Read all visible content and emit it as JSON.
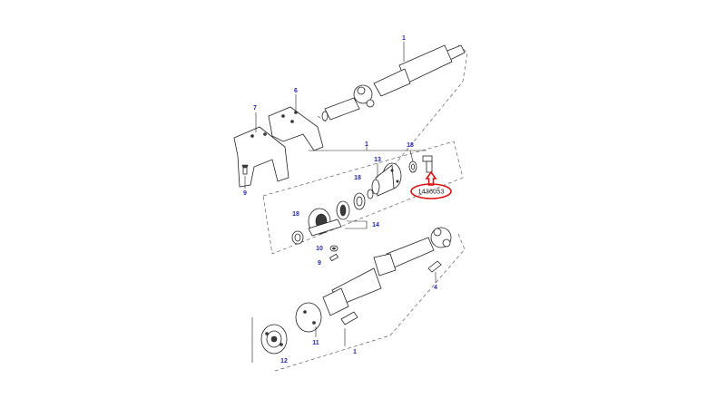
{
  "callouts": {
    "c1_top": "1",
    "c6": "6",
    "c7": "7",
    "c9_left": "9",
    "c1_mid": "1",
    "c18_a": "18",
    "c13": "13",
    "c18_b": "18",
    "c18_c": "18",
    "c14": "14",
    "c10": "10",
    "c9_mid": "9",
    "c4": "4",
    "c11": "11",
    "c12": "12",
    "c1_bottom": "1"
  },
  "part_code": "1436053",
  "colors": {
    "callout_text": "#2a2aa0",
    "highlight": "#dd1111",
    "line": "#222222"
  }
}
